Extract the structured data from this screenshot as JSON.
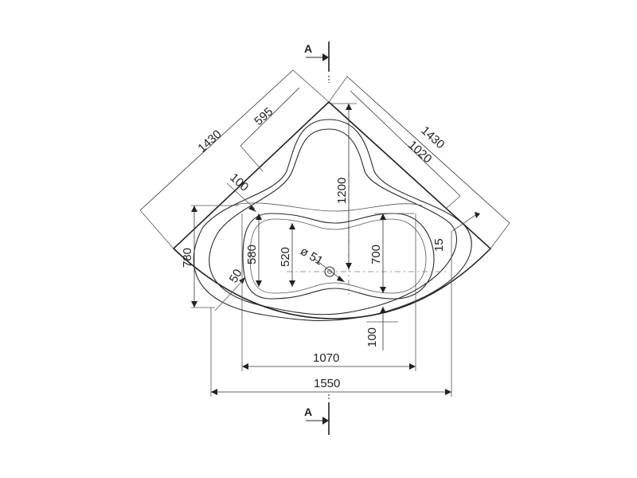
{
  "section_marker": {
    "top": "A",
    "bottom": "A"
  },
  "dimensions": {
    "side_left": "1430",
    "side_right": "1430",
    "left_595": "595",
    "right_1020": "1020",
    "rim_100_left": "100",
    "depth_1200": "1200",
    "rim_15": "15",
    "height_780": "780",
    "height_580": "580",
    "height_520": "520",
    "drain": "ø 51",
    "height_700": "700",
    "rim_50": "50",
    "bottom_100": "100",
    "width_1070": "1070",
    "width_1550": "1550"
  }
}
